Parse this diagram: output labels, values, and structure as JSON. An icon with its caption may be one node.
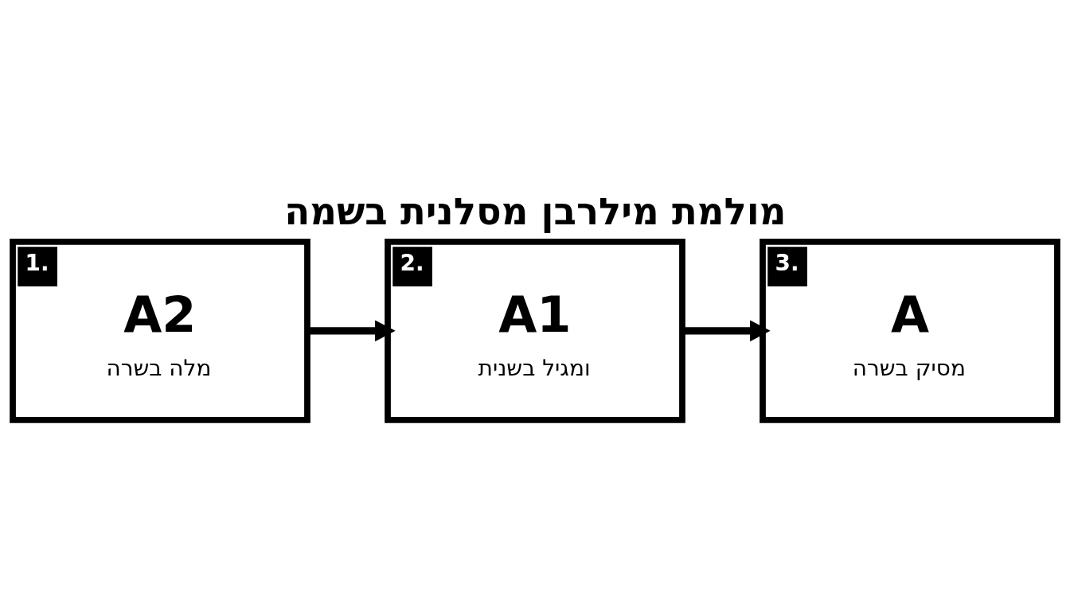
{
  "diagram": {
    "title": "מולמת מילרבן מסלנית בשמה",
    "nodes": [
      {
        "text": [
          "1.",
          "A2",
          "מלה בשרה"
        ]
      },
      {
        "text": [
          "2.",
          "A1",
          "ומגיל בשנית"
        ]
      },
      {
        "text": [
          "3.",
          "A",
          "מסיק בשרה"
        ]
      }
    ],
    "edges": [
      {
        "from": 0,
        "to": 1,
        "arrow": "to"
      },
      {
        "from": 1,
        "to": 2,
        "arrow": "to"
      }
    ]
  }
}
